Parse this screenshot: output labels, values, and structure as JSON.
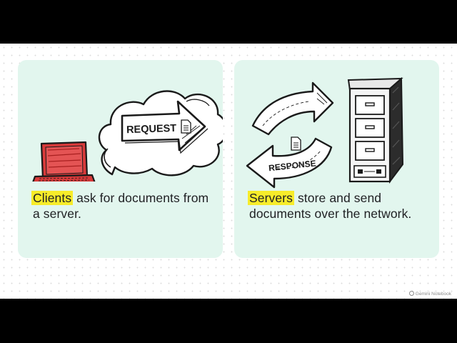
{
  "left_panel": {
    "bubble_label": "REQUEST",
    "caption_highlight": "Clients",
    "caption_rest": " ask for documents from a server."
  },
  "right_panel": {
    "arrow_label": "RESPONSE",
    "caption_highlight": "Servers",
    "caption_rest": " store and send documents over the network."
  },
  "watermark": "Gemini Notebook",
  "colors": {
    "panel_bg": "#e2f6ee",
    "highlight": "#f7ec2a",
    "laptop_red": "#d93a3a"
  }
}
